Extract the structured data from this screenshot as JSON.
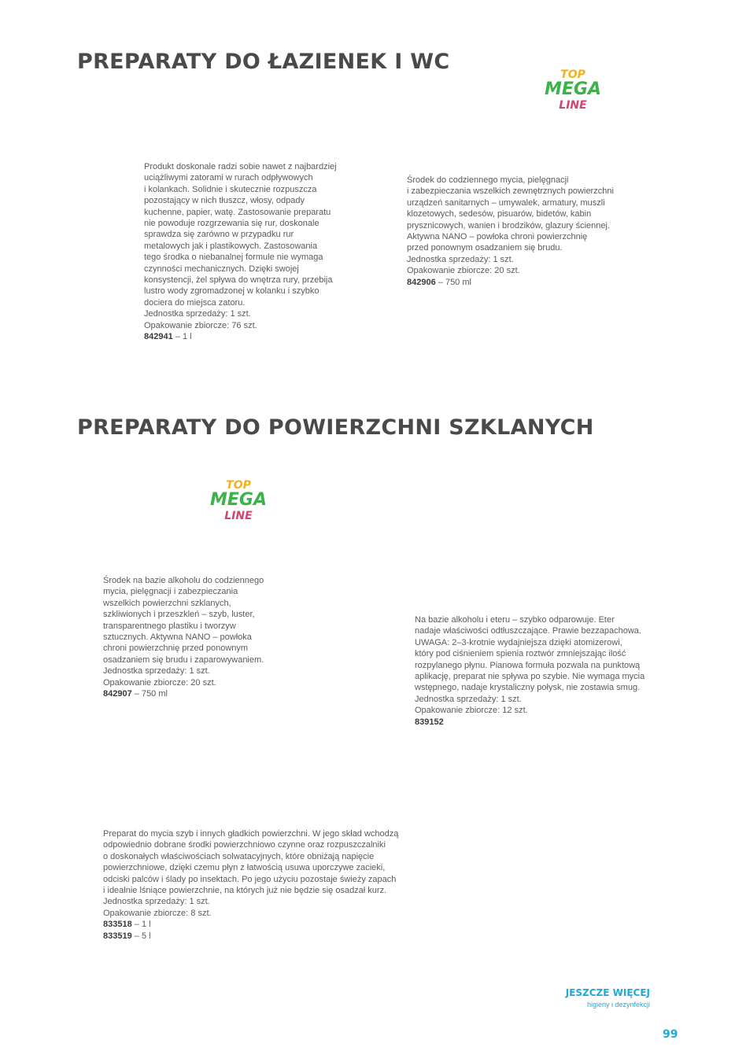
{
  "headings": {
    "bathroom": "PREPARATY DO ŁAZIENEK I WC",
    "glass": "PREPARATY DO POWIERZCHNI SZKLANYCH"
  },
  "logo": {
    "top": "TOP",
    "mega": "MEGA",
    "line": "LINE",
    "colors": {
      "top": "#f2b21b",
      "mega": "#3cb34a",
      "line": "#d4456e"
    }
  },
  "products": [
    {
      "lines": [
        "Produkt doskonale radzi sobie nawet z najbardziej",
        "uciążliwymi zatorami w rurach odpływowych",
        "i kolankach. Solidnie i skutecznie rozpuszcza",
        "pozostający w nich tłuszcz, włosy, odpady",
        "kuchenne, papier, watę. Zastosowanie preparatu",
        "nie powoduje rozgrzewania się rur, doskonale",
        "sprawdza się zarówno w przypadku rur",
        "metalowych jak i plastikowych. Zastosowania",
        "tego środka o niebanalnej formule nie wymaga",
        "czynności mechanicznych. Dzięki swojej",
        "konsystencji, żel spływa do wnętrza rury, przebija",
        "lustro wody zgromadzonej w kolanku i szybko",
        "dociera do miejsca zatoru.",
        "Jednostka sprzedaży: 1 szt.",
        "Opakowanie zbiorcze: 76 szt."
      ],
      "codes": [
        {
          "code": "842941",
          "size": " – 1 l"
        }
      ]
    },
    {
      "lines": [
        "Środek do codziennego mycia, pielęgnacji",
        "i zabezpieczania wszelkich zewnętrznych powierzchni",
        "urządzeń sanitarnych – umywalek, armatury, muszli",
        "klozetowych, sedesów, pisuarów, bidetów, kabin",
        "prysznicowych, wanien i brodzików, glazury ściennej.",
        "Aktywna NANO – powłoka chroni powierzchnię",
        "przed ponownym osadzaniem się brudu.",
        "Jednostka sprzedaży: 1 szt.",
        "Opakowanie zbiorcze: 20 szt."
      ],
      "codes": [
        {
          "code": "842906",
          "size": " – 750 ml"
        }
      ]
    },
    {
      "lines": [
        "Środek na bazie alkoholu do codziennego",
        "mycia, pielęgnacji i zabezpieczania",
        "wszelkich powierzchni szklanych,",
        "szkliwionych i przeszkleń – szyb, luster,",
        "transparentnego plastiku i tworzyw",
        "sztucznych. Aktywna NANO – powłoka",
        "chroni powierzchnię przed ponownym",
        "osadzaniem się brudu i zaparowywaniem.",
        "Jednostka sprzedaży: 1 szt.",
        "Opakowanie zbiorcze: 20 szt."
      ],
      "codes": [
        {
          "code": "842907",
          "size": " – 750 ml"
        }
      ]
    },
    {
      "lines": [
        "Na bazie alkoholu i eteru – szybko odparowuje. Eter",
        "nadaje właściwości odtłuszczające. Prawie bezzapachowa.",
        "UWAGA: 2–3-krotnie wydajniejsza dzięki atomizerowi,",
        "który pod ciśnieniem spienia roztwór zmniejszając ilość",
        "rozpylanego płynu. Pianowa formuła pozwala na punktową",
        "aplikację, preparat nie spływa po szybie. Nie wymaga mycia",
        "wstępnego, nadaje krystaliczny połysk, nie zostawia smug.",
        "Jednostka sprzedaży: 1 szt.",
        "Opakowanie zbiorcze: 12 szt."
      ],
      "codes": [
        {
          "code": "839152",
          "size": ""
        }
      ]
    },
    {
      "lines": [
        "Preparat do mycia szyb i innych gładkich powierzchni. W jego skład wchodzą",
        "odpowiednio dobrane środki powierzchniowo czynne oraz rozpuszczalniki",
        "o doskonałych właściwościach solwatacyjnych, które obniżają napięcie",
        "powierzchniowe, dzięki czemu płyn z łatwością usuwa uporczywe zacieki,",
        "odciski palców i ślady po insektach. Po jego użyciu pozostaje świeży zapach",
        "i idealnie lśniące powierzchnie, na których już nie będzie się osadzał kurz.",
        "Jednostka sprzedaży: 1 szt.",
        "Opakowanie zbiorcze: 8 szt."
      ],
      "codes": [
        {
          "code": "833518",
          "size": " – 1 l"
        },
        {
          "code": "833519",
          "size": " – 5 l"
        }
      ]
    }
  ],
  "footer": {
    "more_title": "JESZCZE WIĘCEJ",
    "more_sub": "higieny i dezynfekcji",
    "page_number": "99",
    "accent_color": "#1eaad7"
  }
}
